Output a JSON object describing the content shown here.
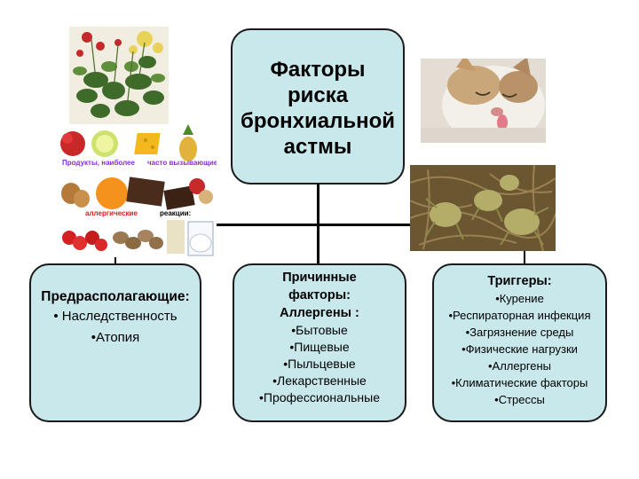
{
  "title_lines": [
    "Факторы",
    "риска",
    "бронхиальной",
    "астмы"
  ],
  "left": {
    "heading": "Предрасполагающие:",
    "items": [
      "• Наследственность",
      "•Атопия"
    ]
  },
  "middle": {
    "heading_lines": [
      "Причинные",
      "факторы:",
      "Аллергены :"
    ],
    "items": [
      "•Бытовые",
      "•Пищевые",
      "•Пыльцевые",
      "•Лекарственные",
      "•Профессиональные"
    ]
  },
  "right": {
    "heading": "Триггеры:",
    "items": [
      "•Курение",
      "•Респираторная инфекция",
      "•Загрязнение среды",
      "•Физические нагрузки",
      "•Аллергены",
      "•Климатические факторы",
      "•Стрессы"
    ]
  },
  "food_captions": {
    "top_left": "Продукты, наиболее",
    "top_right": "часто вызывающие",
    "mid_left": "аллергические",
    "mid_right": "реакции:"
  },
  "colors": {
    "box_fill": "#c8e8ec",
    "border": "#1a1a1a",
    "caption_purple": "#8a2be2",
    "caption_red": "#cc2222"
  }
}
